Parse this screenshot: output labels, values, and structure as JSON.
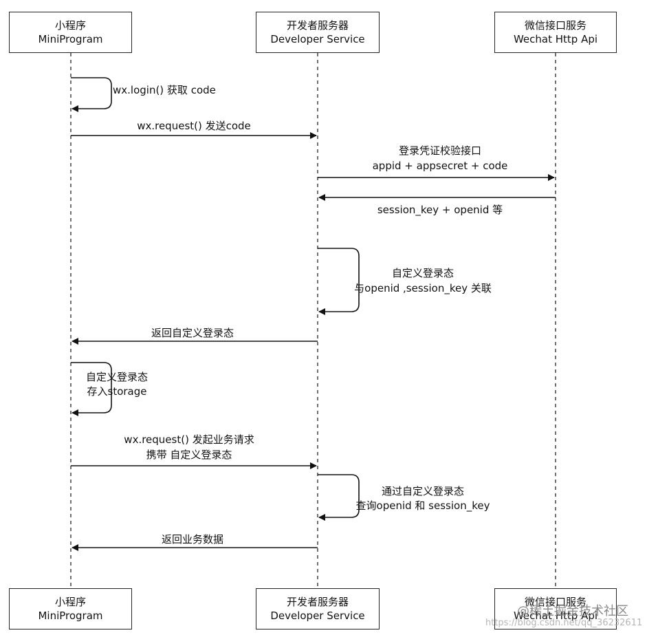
{
  "participants": [
    {
      "cn": "小程序",
      "en": "MiniProgram"
    },
    {
      "cn": "开发者服务器",
      "en": "Developer Service"
    },
    {
      "cn": "微信接口服务",
      "en": "Wechat Http Api"
    }
  ],
  "messages": {
    "login": "wx.login() 获取 code",
    "send_code": "wx.request() 发送code",
    "verify_line1": "登录凭证校验接口",
    "verify_line2": "appid + appsecret + code",
    "session_return": "session_key + openid 等",
    "custom_line1": "自定义登录态",
    "custom_line2": "与openid ,session_key 关联",
    "return_custom": "返回自定义登录态",
    "store_line1": "自定义登录态",
    "store_line2": "存入storage",
    "request_line1": "wx.request() 发起业务请求",
    "request_line2": "携带 自定义登录态",
    "query_line1": "通过自定义登录态",
    "query_line2": "查询openid 和 session_key",
    "return_data": "返回业务数据"
  },
  "watermark": {
    "line1": "@稀土掘金技术社区",
    "line2": "https://blog.csdn.net/qq_36232611"
  }
}
